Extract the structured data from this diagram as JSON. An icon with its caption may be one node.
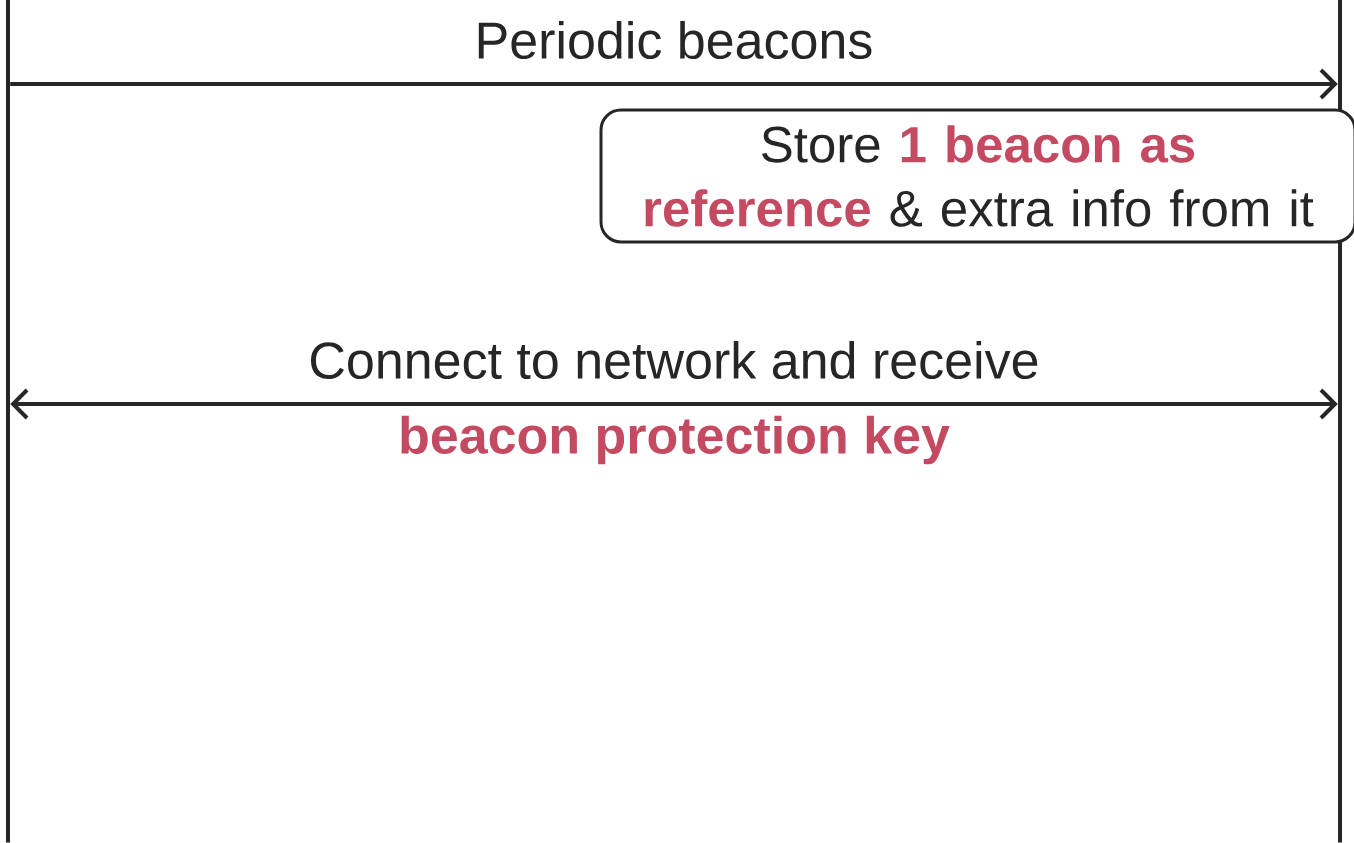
{
  "diagram": {
    "nodes": [
      {
        "text": [],
        "shape": "bar"
      },
      {
        "text": [],
        "shape": "bar"
      },
      {
        "text": [
          "Store **1 beacon as reference** & extra info from it"
        ]
      }
    ],
    "edges": [
      {
        "from": 0,
        "to": 1,
        "arrow": "to",
        "label": "Periodic beacons"
      },
      {
        "from": 0,
        "to": 1,
        "arrow": "both",
        "label": "Connect to network and receive"
      }
    ],
    "labels": [
      "beacon protection key"
    ]
  }
}
